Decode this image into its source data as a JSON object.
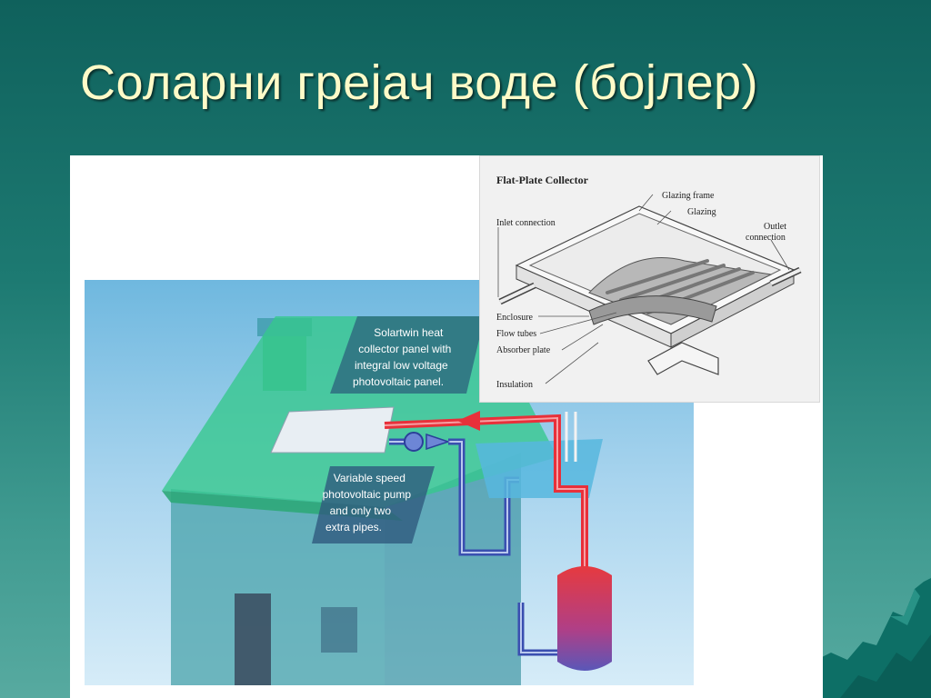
{
  "slide": {
    "title": "Соларни грејач воде (бојлер)"
  },
  "house_diagram": {
    "panel_caption_lines": [
      "Solartwin heat",
      "collector panel with",
      "integral low voltage",
      "photovoltaic panel."
    ],
    "pump_caption_lines": [
      "Variable speed",
      "photovoltaic pump",
      "and only two",
      "extra pipes."
    ]
  },
  "collector_diagram": {
    "title": "Flat-Plate Collector",
    "labels": {
      "glazing_frame": "Glazing frame",
      "glazing": "Glazing",
      "inlet": "Inlet connection",
      "outlet_line1": "Outlet",
      "outlet_line2": "connection",
      "enclosure": "Enclosure",
      "flow_tubes": "Flow tubes",
      "absorber": "Absorber plate",
      "insulation": "Insulation"
    }
  },
  "colors": {
    "title_text": "#fffbc8",
    "hot_pipe": "#e8303a",
    "cold_pipe": "#3a4fb0",
    "roof": "#35c88c"
  }
}
